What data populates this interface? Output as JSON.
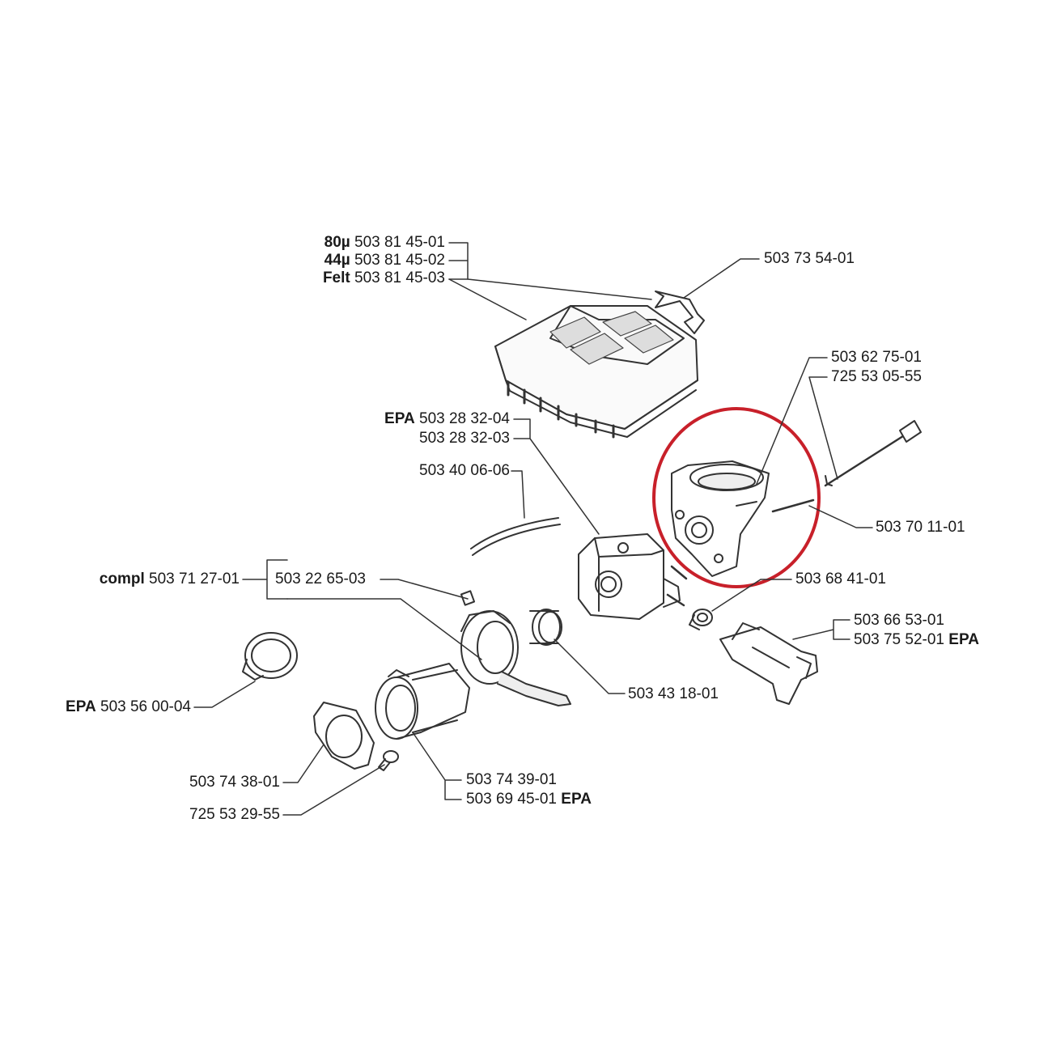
{
  "labels": {
    "filter_80": {
      "prefix": "80µ",
      "code": "503 81 45-01"
    },
    "filter_44": {
      "prefix": "44µ",
      "code": "503 81 45-02"
    },
    "filter_felt": {
      "prefix": "Felt",
      "code": "503 81 45-03"
    },
    "cover": "503 73 54-01",
    "intake_adapter": "503 62 75-01",
    "screw_long": "725 53 05-55",
    "carb_epa": {
      "prefix": "EPA",
      "code": "503 28 32-04"
    },
    "carb": "503 28 32-03",
    "fuel_hose": "503 40 06-06",
    "rod": "503 70 11-01",
    "compl": {
      "prefix": "compl",
      "code": "503 71 27-01"
    },
    "bracket": "503 22 65-03",
    "nut": "503 68 41-01",
    "choke_1": "503 66 53-01",
    "choke_2": {
      "code": "503 75 52-01",
      "suffix": "EPA"
    },
    "clamp_epa": {
      "prefix": "EPA",
      "code": "503 56 00-04"
    },
    "ring": "503 43 18-01",
    "gasket": "503 74 38-01",
    "boot_1": "503 74 39-01",
    "boot_2": {
      "code": "503 69 45-01",
      "suffix": "EPA"
    },
    "screw_short": "725 53 29-55"
  },
  "highlight_color": "#c8202a",
  "line_color": "#333333"
}
